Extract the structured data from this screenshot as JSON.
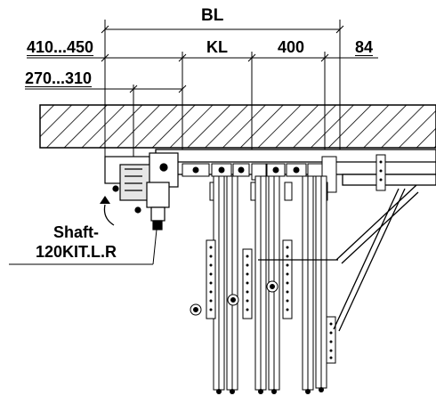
{
  "dimensions": {
    "bl": "BL",
    "kl": "KL",
    "range_outer": "410...450",
    "range_inner": "270...310",
    "width_400": "400",
    "width_84": "84"
  },
  "callout": {
    "line1": "Shaft-",
    "line2": "120KIT.L.R"
  }
}
